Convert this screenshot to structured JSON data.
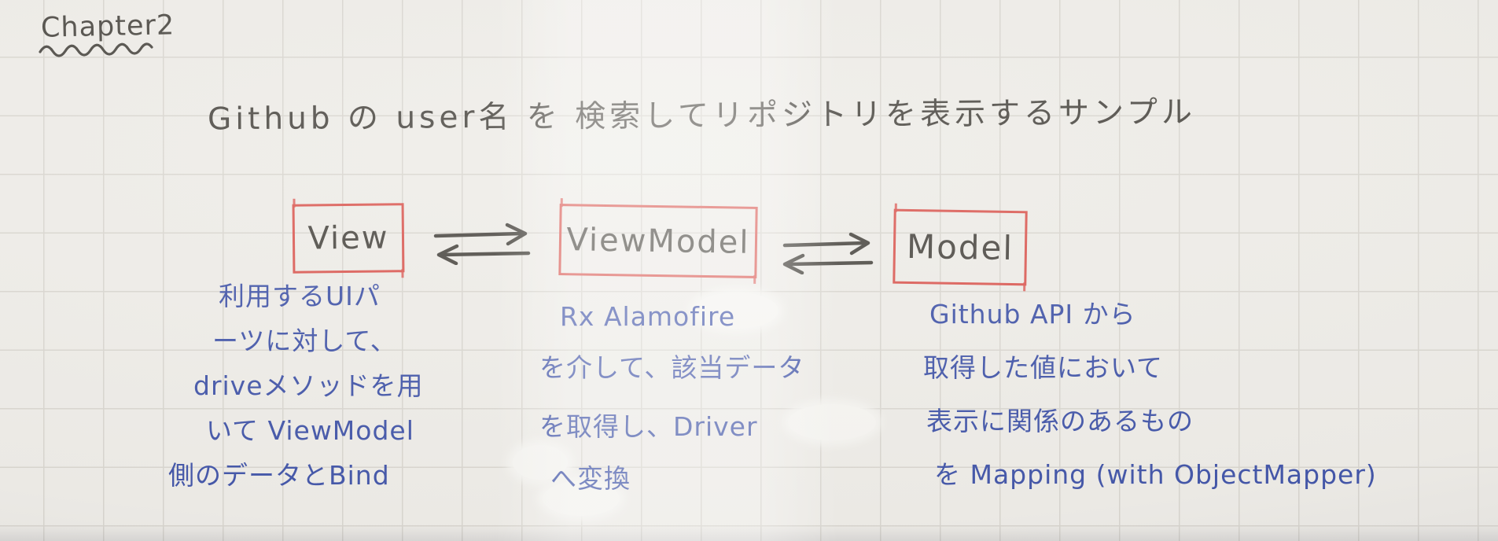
{
  "page": {
    "chapter_label": "Chapter2",
    "title": "Github の user名 を 検索してリポジトリを表示するサンプル"
  },
  "diagram": {
    "nodes": [
      {
        "id": "view",
        "label": "View",
        "note_lines": [
          "利用するUIパ",
          "ーツに対して、",
          "driveメソッドを用",
          "いて ViewModel",
          "側のデータとBind"
        ]
      },
      {
        "id": "viewmodel",
        "label": "ViewModel",
        "note_lines": [
          "Rx Alamofire",
          "を介して、該当データ",
          "を取得し、Driver",
          "へ変換"
        ]
      },
      {
        "id": "model",
        "label": "Model",
        "note_lines": [
          "Github API から",
          "取得した値において",
          "表示に関係のあるもの",
          "を Mapping (with ObjectMapper)"
        ]
      }
    ],
    "connectors": [
      {
        "from": "View",
        "to": "ViewModel",
        "type": "bidirectional"
      },
      {
        "from": "ViewModel",
        "to": "Model",
        "type": "bidirectional"
      }
    ]
  },
  "colors": {
    "paper": "#edebe6",
    "grid": "#d7d4cd",
    "ink": "#45423c",
    "red": "#d9544d",
    "blue": "#3b4fa5"
  }
}
